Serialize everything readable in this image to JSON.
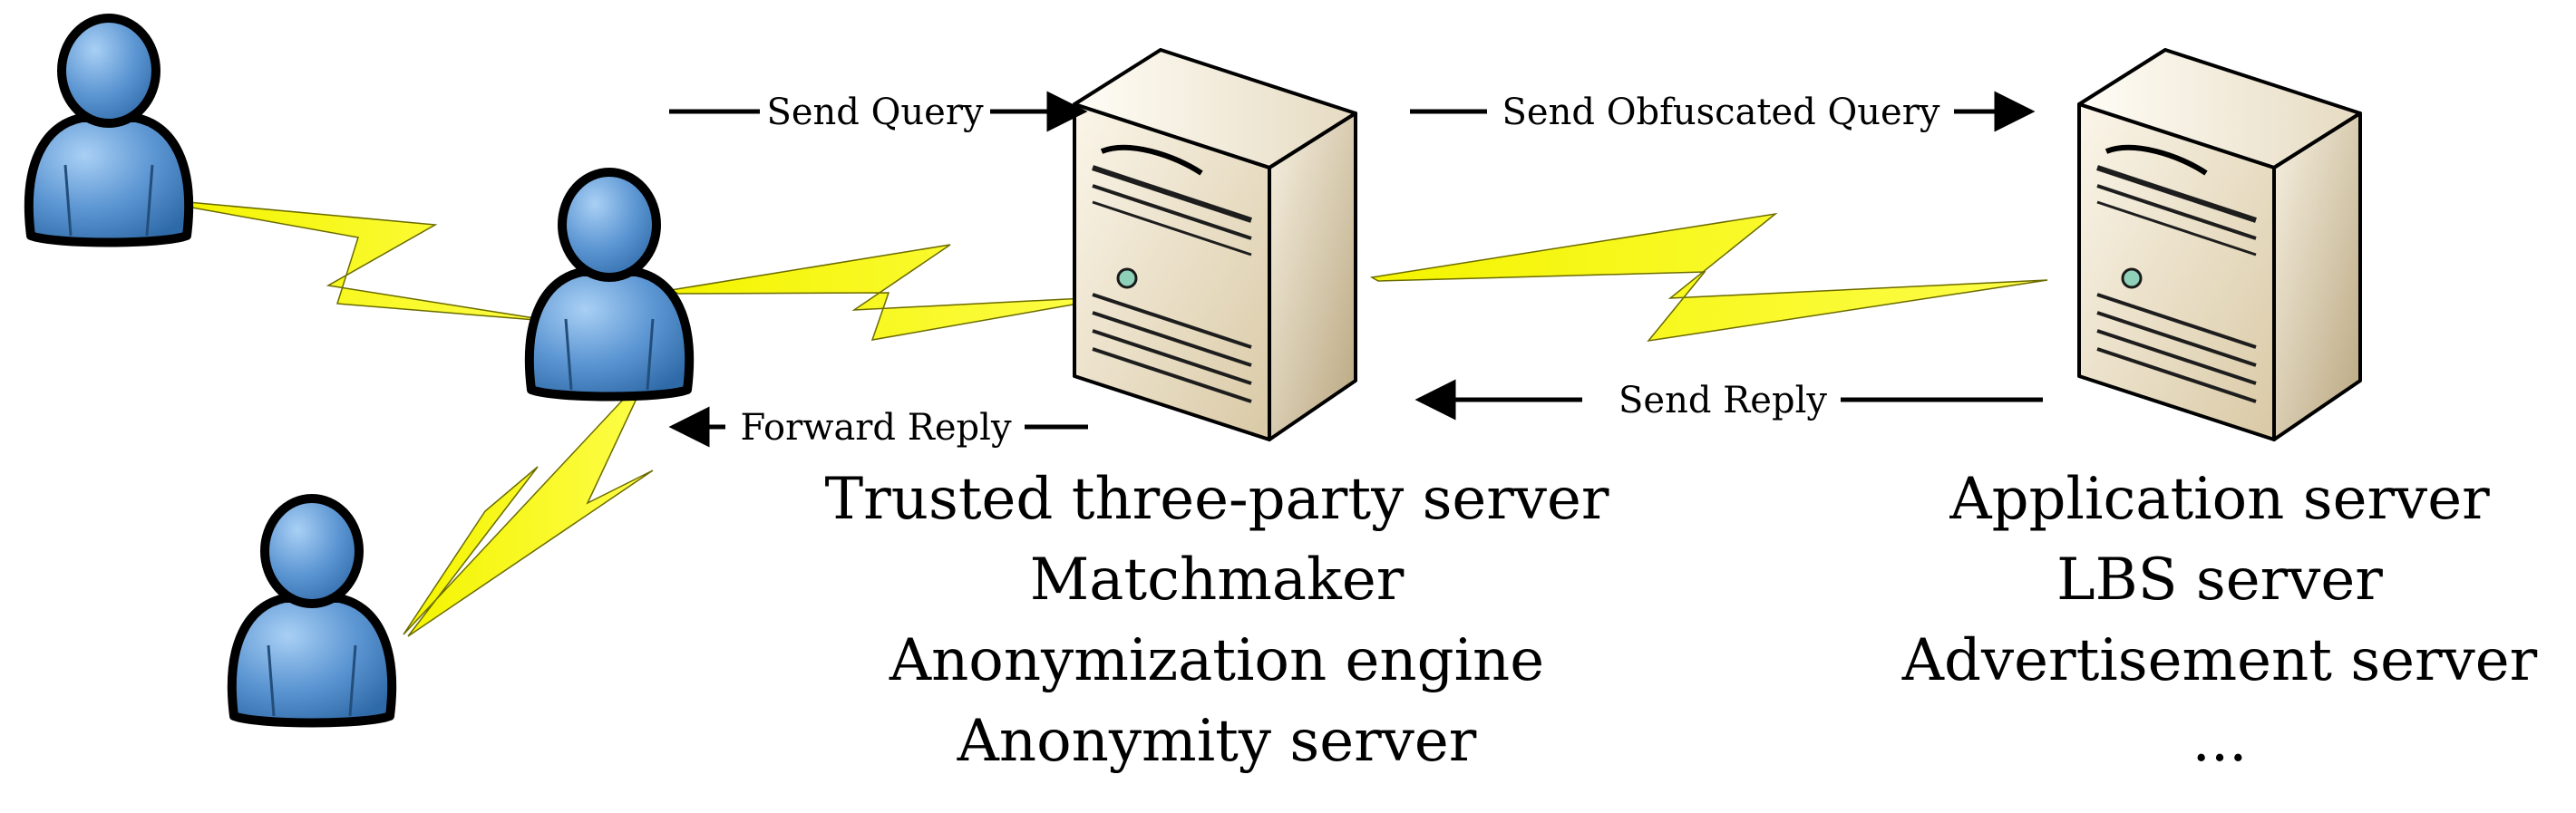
{
  "arrows": {
    "send_query": "Send Query",
    "send_obfuscated_query": "Send Obfuscated Query",
    "send_reply": "Send Reply",
    "forward_reply": "Forward Reply"
  },
  "trusted_server": {
    "lines": [
      "Trusted three-party server",
      "Matchmaker",
      "Anonymization engine",
      "Anonymity server"
    ]
  },
  "application_server": {
    "lines": [
      "Application server",
      "LBS server",
      "Advertisement server",
      "..."
    ]
  },
  "colors": {
    "user_fill": "#4a86c6",
    "user_highlight": "#9cc6ee",
    "lightning": "#f5f500",
    "server_body": "#e8dcc4",
    "server_side": "#c2b08d"
  },
  "icons": [
    "user-icon",
    "server-icon",
    "lightning-bolt"
  ]
}
